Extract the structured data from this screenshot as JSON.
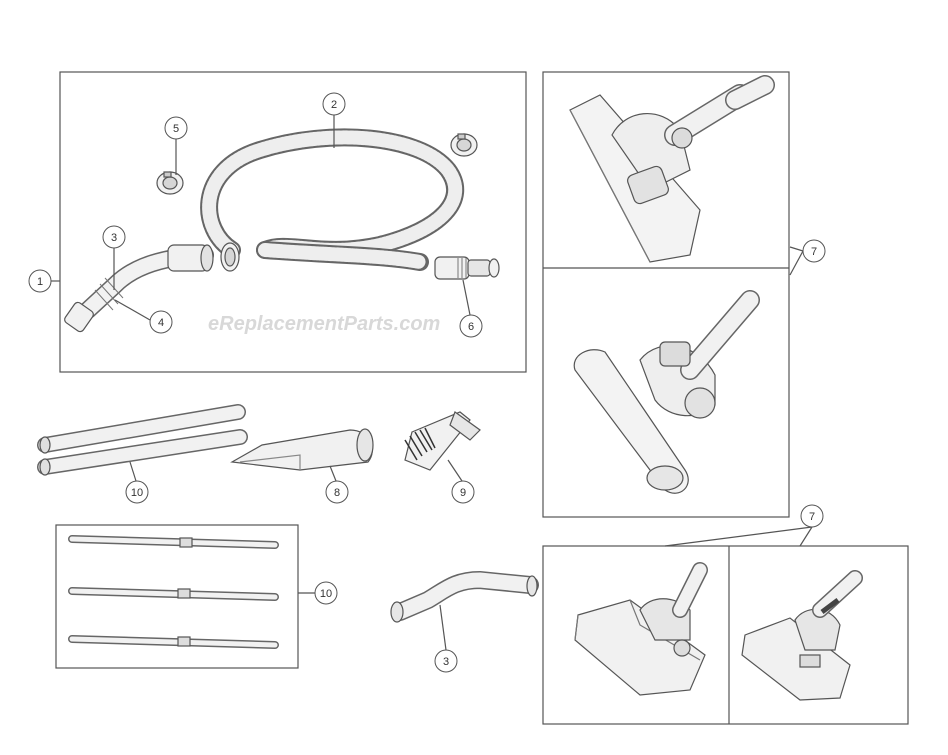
{
  "watermark": "eReplacementParts.com",
  "colors": {
    "line": "#555555",
    "part_fill": "#f1f1f1",
    "part_shade": "#d6d6d6"
  },
  "callouts": {
    "c1": "1",
    "c2": "2",
    "c3a": "3",
    "c4": "4",
    "c5": "5",
    "c6": "6",
    "c7a": "7",
    "c7b": "7",
    "c8": "8",
    "c9": "9",
    "c10a": "10",
    "c10b": "10",
    "c3b": "3"
  }
}
